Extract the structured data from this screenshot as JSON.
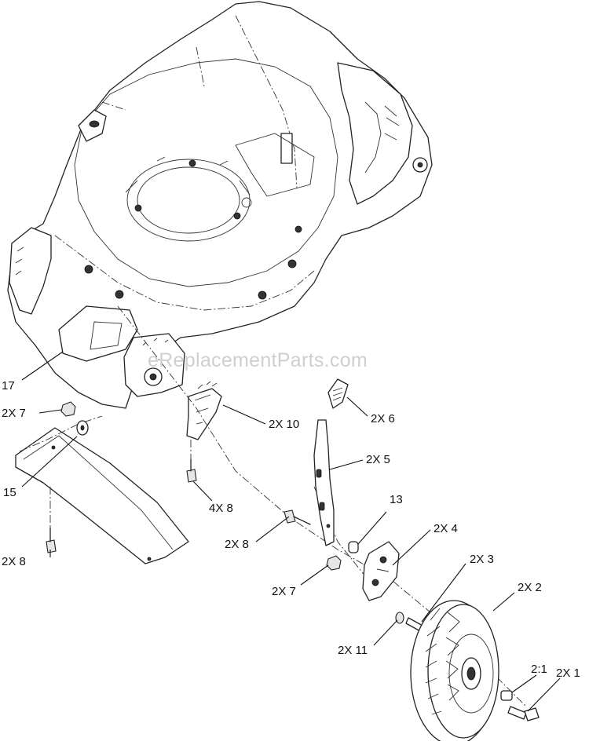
{
  "watermark": "eReplacementParts.com",
  "callouts": {
    "c17": "17",
    "c2x7a": "2X 7",
    "c15": "15",
    "c2x8a": "2X 8",
    "c2x10": "2X 10",
    "c4x8": "4X 8",
    "c2x6": "2X 6",
    "c2x5": "2X 5",
    "c13": "13",
    "c2x8b": "2X 8",
    "c2x4": "2X 4",
    "c2x3": "2X 3",
    "c2x7b": "2X 7",
    "c2x2": "2X 2",
    "c2x11": "2X 11",
    "c21": "2:1",
    "c2x1": "2X 1"
  }
}
